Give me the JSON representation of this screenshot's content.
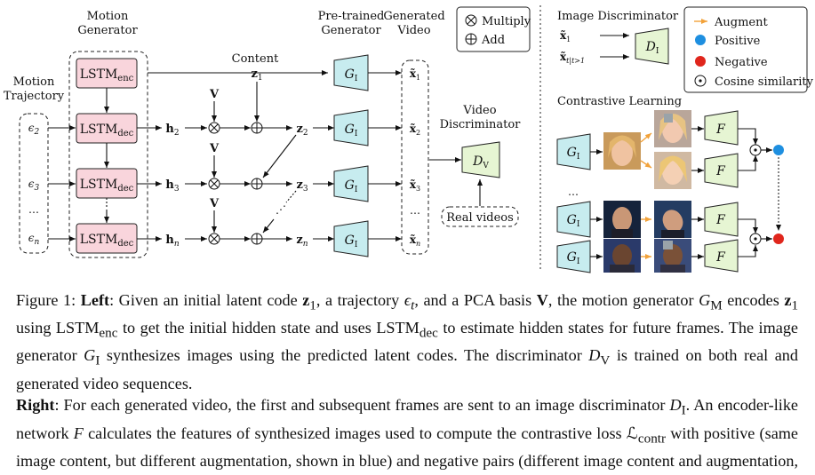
{
  "diagram": {
    "motion_generator_title": "Motion Generator",
    "motion_trajectory_title": "Motion Trajectory",
    "content_label": "Content",
    "pretrained_generator_title": "Pre-trained Generator",
    "generated_video_title": "Generated Video",
    "video_discriminator_title": "Video Discriminator",
    "real_videos": "Real videos",
    "legend_multiply": "Multiply",
    "legend_add": "Add",
    "image_discriminator_title": "Image Discriminator",
    "contrastive_learning_title": "Contrastive Learning",
    "right_legend": [
      "Augment",
      "Positive",
      "Negative",
      "Cosine similarity"
    ],
    "colors": {
      "lstm_fill": "#f9d5dc",
      "generator_fill": "#c7ecef",
      "discriminator_fill": "#e6f5d3",
      "feature_fill": "#e6f5d3",
      "augment_arrow": "#f2a23a",
      "positive": "#1e8fe0",
      "negative": "#e0261c"
    }
  },
  "caption": {
    "fig_label": "Figure 1:",
    "left_label": "Left",
    "left_text_1": ": Given an initial latent code ",
    "left_text_2": ", a trajectory ",
    "left_text_3": ", and a PCA basis ",
    "left_text_4": ", the motion generator ",
    "left_text_5": " encodes ",
    "left_text_6": " using ",
    "left_text_7": " to get the initial hidden state and uses ",
    "left_text_8": " to estimate hidden states for future frames. The image generator ",
    "left_text_9": " synthesizes images using the predicted latent codes. The discriminator ",
    "left_text_10": " is trained on both real and generated video sequences.",
    "right_label": "Right",
    "right_text_1": ": For each generated video, the first and subsequent frames are sent to an image discriminator ",
    "right_text_2": ". An encoder-like network ",
    "right_text_3": " calculates the features of synthesized images used to compute the contrastive loss ",
    "right_text_4": " with positive (same image content, but different augmentation, shown in blue) and negative pairs (different image content and augmentation, shown in red)."
  }
}
